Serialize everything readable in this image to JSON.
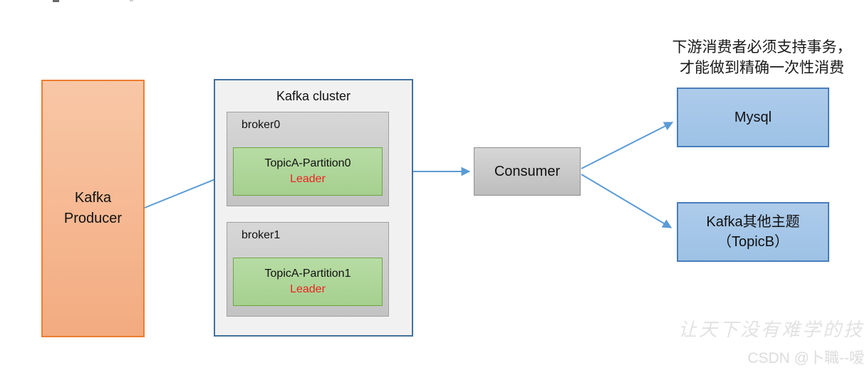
{
  "colors": {
    "producer_fill_top": "#f8c7a6",
    "producer_fill_bottom": "#f3ab80",
    "producer_border": "#ed7d31",
    "cluster_fill": "#f1f1f2",
    "cluster_border": "#41719c",
    "broker_fill": "#cccccc",
    "broker_border": "#a0a0a0",
    "partition_fill": "#abd497",
    "partition_border": "#6da644",
    "leader_text": "#ee2222",
    "consumer_fill": "#c9c9c9",
    "consumer_border": "#8f8f8f",
    "sink_fill": "#9cc2e5",
    "sink_border": "#4a7ebb",
    "arrow": "#5b9bd5",
    "watermark_text": "#e2e2e2"
  },
  "producer": {
    "line1": "Kafka",
    "line2": "Producer"
  },
  "cluster": {
    "title": "Kafka cluster",
    "brokers": [
      {
        "name": "broker0",
        "partition": "TopicA-Partition0",
        "role": "Leader"
      },
      {
        "name": "broker1",
        "partition": "TopicA-Partition1",
        "role": "Leader"
      }
    ]
  },
  "consumer": {
    "label": "Consumer"
  },
  "sinks": {
    "mysql": {
      "label": "Mysql"
    },
    "topicb": {
      "line1": "Kafka其他主题",
      "line2": "（TopicB）"
    }
  },
  "annotation": {
    "line1": "下游消费者必须支持事务，",
    "line2": "才能做到精确一次性消费"
  },
  "watermark": {
    "line1": "让天下没有难学的技",
    "line2": "CSDN @卜職--嗳"
  }
}
